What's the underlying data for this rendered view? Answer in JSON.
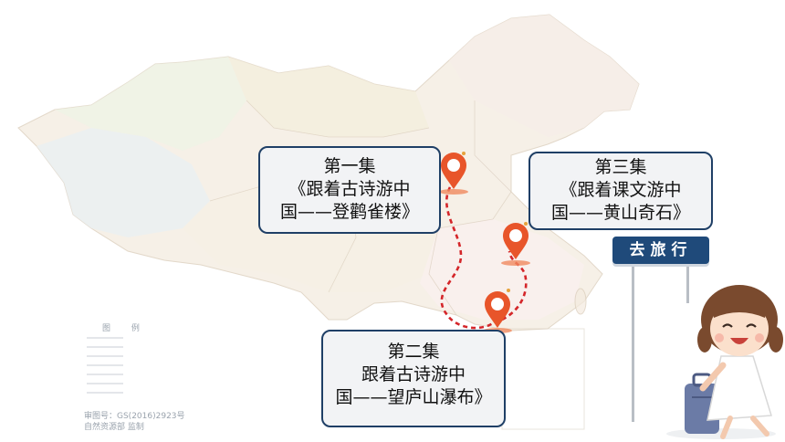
{
  "episodes": [
    {
      "id": "ep1",
      "title": "第一集",
      "line2": "《跟着古诗游中",
      "line3": "国——登鹳雀楼》"
    },
    {
      "id": "ep3",
      "title": "第三集",
      "line2": "《跟着课文游中",
      "line3": "国——黄山奇石》"
    },
    {
      "id": "ep2",
      "title": "第二集",
      "line2": "跟着古诗游中",
      "line3": "国——望庐山瀑布》"
    }
  ],
  "sign": {
    "label": "去旅行"
  },
  "map": {
    "legend_title": "图 例",
    "note_line1": "审图号：GS(2016)2923号",
    "note_line2": "自然资源部 监制"
  },
  "colors": {
    "card_border": "#1f3f66",
    "pin": "#e8552a",
    "route": "#d4262a",
    "sign": "#1f4a7a"
  }
}
